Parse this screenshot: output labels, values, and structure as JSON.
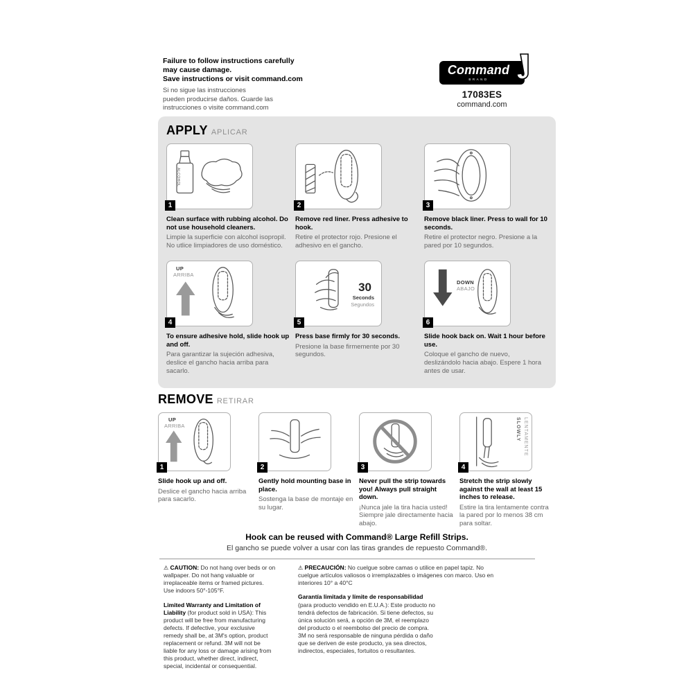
{
  "header": {
    "warning_en": "Failure to follow instructions carefully\nmay cause damage.\nSave instructions or visit command.com",
    "warning_es": "Si no sigue las instrucciones\npueden producirse daños. Guarde las\ninstrucciones o visite command.com",
    "brand": "Command",
    "brand_tag": "BRAND",
    "model": "17083ES",
    "website": "command.com"
  },
  "apply": {
    "title": "APPLY",
    "subtitle": "APLICAR",
    "steps": [
      {
        "num": "1",
        "bottle_label": "ALCOHOL",
        "en": "Clean surface with rubbing alcohol. Do not use household cleaners.",
        "es": "Limpie la superficie con alcohol isopropil. No utlice limpiadores de uso doméstico."
      },
      {
        "num": "2",
        "en": "Remove red liner. Press adhesive to hook.",
        "es": "Retire el protector rojo. Presione el adhesivo en el gancho."
      },
      {
        "num": "3",
        "en": "Remove black liner. Press to wall for 10 seconds.",
        "es": "Retire el protector negro. Presione a la pared por 10 segundos."
      },
      {
        "num": "4",
        "dir_en": "UP",
        "dir_es": "ARRIBA",
        "en": "To ensure adhesive hold, slide hook up and off.",
        "es": "Para garantizar la sujeción adhesiva, deslice el gancho hacia arriba para sacarlo."
      },
      {
        "num": "5",
        "time_value": "30",
        "time_en": "Seconds",
        "time_es": "Segundos",
        "en": "Press base firmly for 30 seconds.",
        "es": "Presione la base firmemente por 30 segundos."
      },
      {
        "num": "6",
        "dir_en": "DOWN",
        "dir_es": "ABAJO",
        "en": "Slide hook back on. Wait 1 hour before use.",
        "es": "Coloque el gancho de nuevo, deslizándolo hacia abajo. Espere 1 hora antes de usar."
      }
    ]
  },
  "remove": {
    "title": "REMOVE",
    "subtitle": "RETIRAR",
    "steps": [
      {
        "num": "1",
        "dir_en": "UP",
        "dir_es": "ARRIBA",
        "en": "Slide hook up and off.",
        "es": "Deslice el gancho hacia arriba para sacarlo."
      },
      {
        "num": "2",
        "en": "Gently hold mounting base in place.",
        "es": "Sostenga la base de montaje en su lugar."
      },
      {
        "num": "3",
        "en": "Never pull the strip towards you! Always pull straight down.",
        "es": "¡Nunca jale la tira hacia usted! Siempre jale directamente hacia abajo."
      },
      {
        "num": "4",
        "dir_en": "SLOWLY",
        "dir_es": "LENTAMENTE",
        "en": "Stretch the strip slowly against the wall at least 15 inches to release.",
        "es": "Estire la tira lentamente contra la pared por lo menos 38 cm para soltar."
      }
    ]
  },
  "reuse": {
    "en": "Hook can be reused with Command® Large Refill Strips.",
    "es": "El gancho se puede volver a usar con las tiras grandes de repuesto Command®."
  },
  "legal": {
    "caution_icon": "⚠",
    "caution_en_lead": "CAUTION:",
    "caution_en_body": "Do not hang over beds or on wallpaper. Do not hang valuable or irreplaceable items or framed pictures. Use indoors 50°-105°F.",
    "warranty_en_lead": "Limited Warranty and Limitation of Liability",
    "warranty_en_body": "(for product sold in USA): This product will be free from manufacturing defects. If defective, your exclusive remedy shall be, at 3M's option, product replacement or refund. 3M will not be liable for any loss or damage arising from this product, whether direct, indirect, special, incidental or consequential.",
    "caution_es_lead": "PRECAUCIÓN:",
    "caution_es_body": "No cuelgue sobre camas o utilice en papel tapiz. No cuelgue artículos valiosos o irremplazables o imágenes con marco. Uso en interiores 10° a 40°C",
    "warranty_es_lead": "Garantía limitada y límite de responsabilidad",
    "warranty_es_body": "(para producto vendido en E.U.A.): Este producto no tendrá defectos de fabricación. Si tiene defectos, su única solución será, a opción de 3M, el reemplazo del producto o el reembolso del precio de compra. 3M no será responsable de ninguna pérdida o daño que se deriven de este producto, ya sea directos, indirectos, especiales, fortuitos o resultantes."
  },
  "colors": {
    "panel_gray": "#e4e4e4",
    "badge_black": "#000000",
    "secondary_text": "#666666"
  }
}
